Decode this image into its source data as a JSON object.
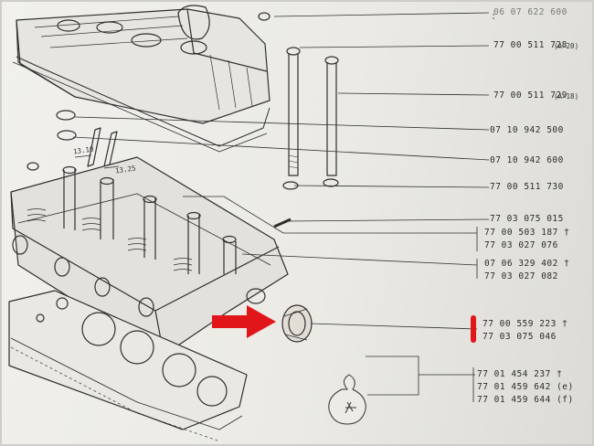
{
  "part_numbers": {
    "top": "06 07 622 600",
    "p1": "77 00 511 728",
    "p1_suffix": "(A-20)",
    "p2": "77 00 511 729",
    "p2_suffix": "(A-18)",
    "p3": "07 10 942 500",
    "p4": "07 10 942 600",
    "p5": "77 00 511 730",
    "p6": "77 03 075 015",
    "p7a": "77 00 503 187 †",
    "p7b": "77 03 027 076",
    "p8a": "07 06 329 402 †",
    "p8b": "77 03 027 082",
    "p9a": "77 00 559 223 †",
    "p9b": "77 03 075 046",
    "p10a": "77 01 454 237 †",
    "p10b": "77 01 459 642 (e)",
    "p10c": "77 01 459 644 (f)"
  },
  "dimensions": {
    "d1": "13.10",
    "d2": "13.25"
  },
  "colors": {
    "highlight": "#e0161b",
    "ink": "#2b2b2b",
    "paper": "#ecebe6"
  },
  "icons": [
    "red-arrow-icon",
    "part-bag-icon"
  ]
}
